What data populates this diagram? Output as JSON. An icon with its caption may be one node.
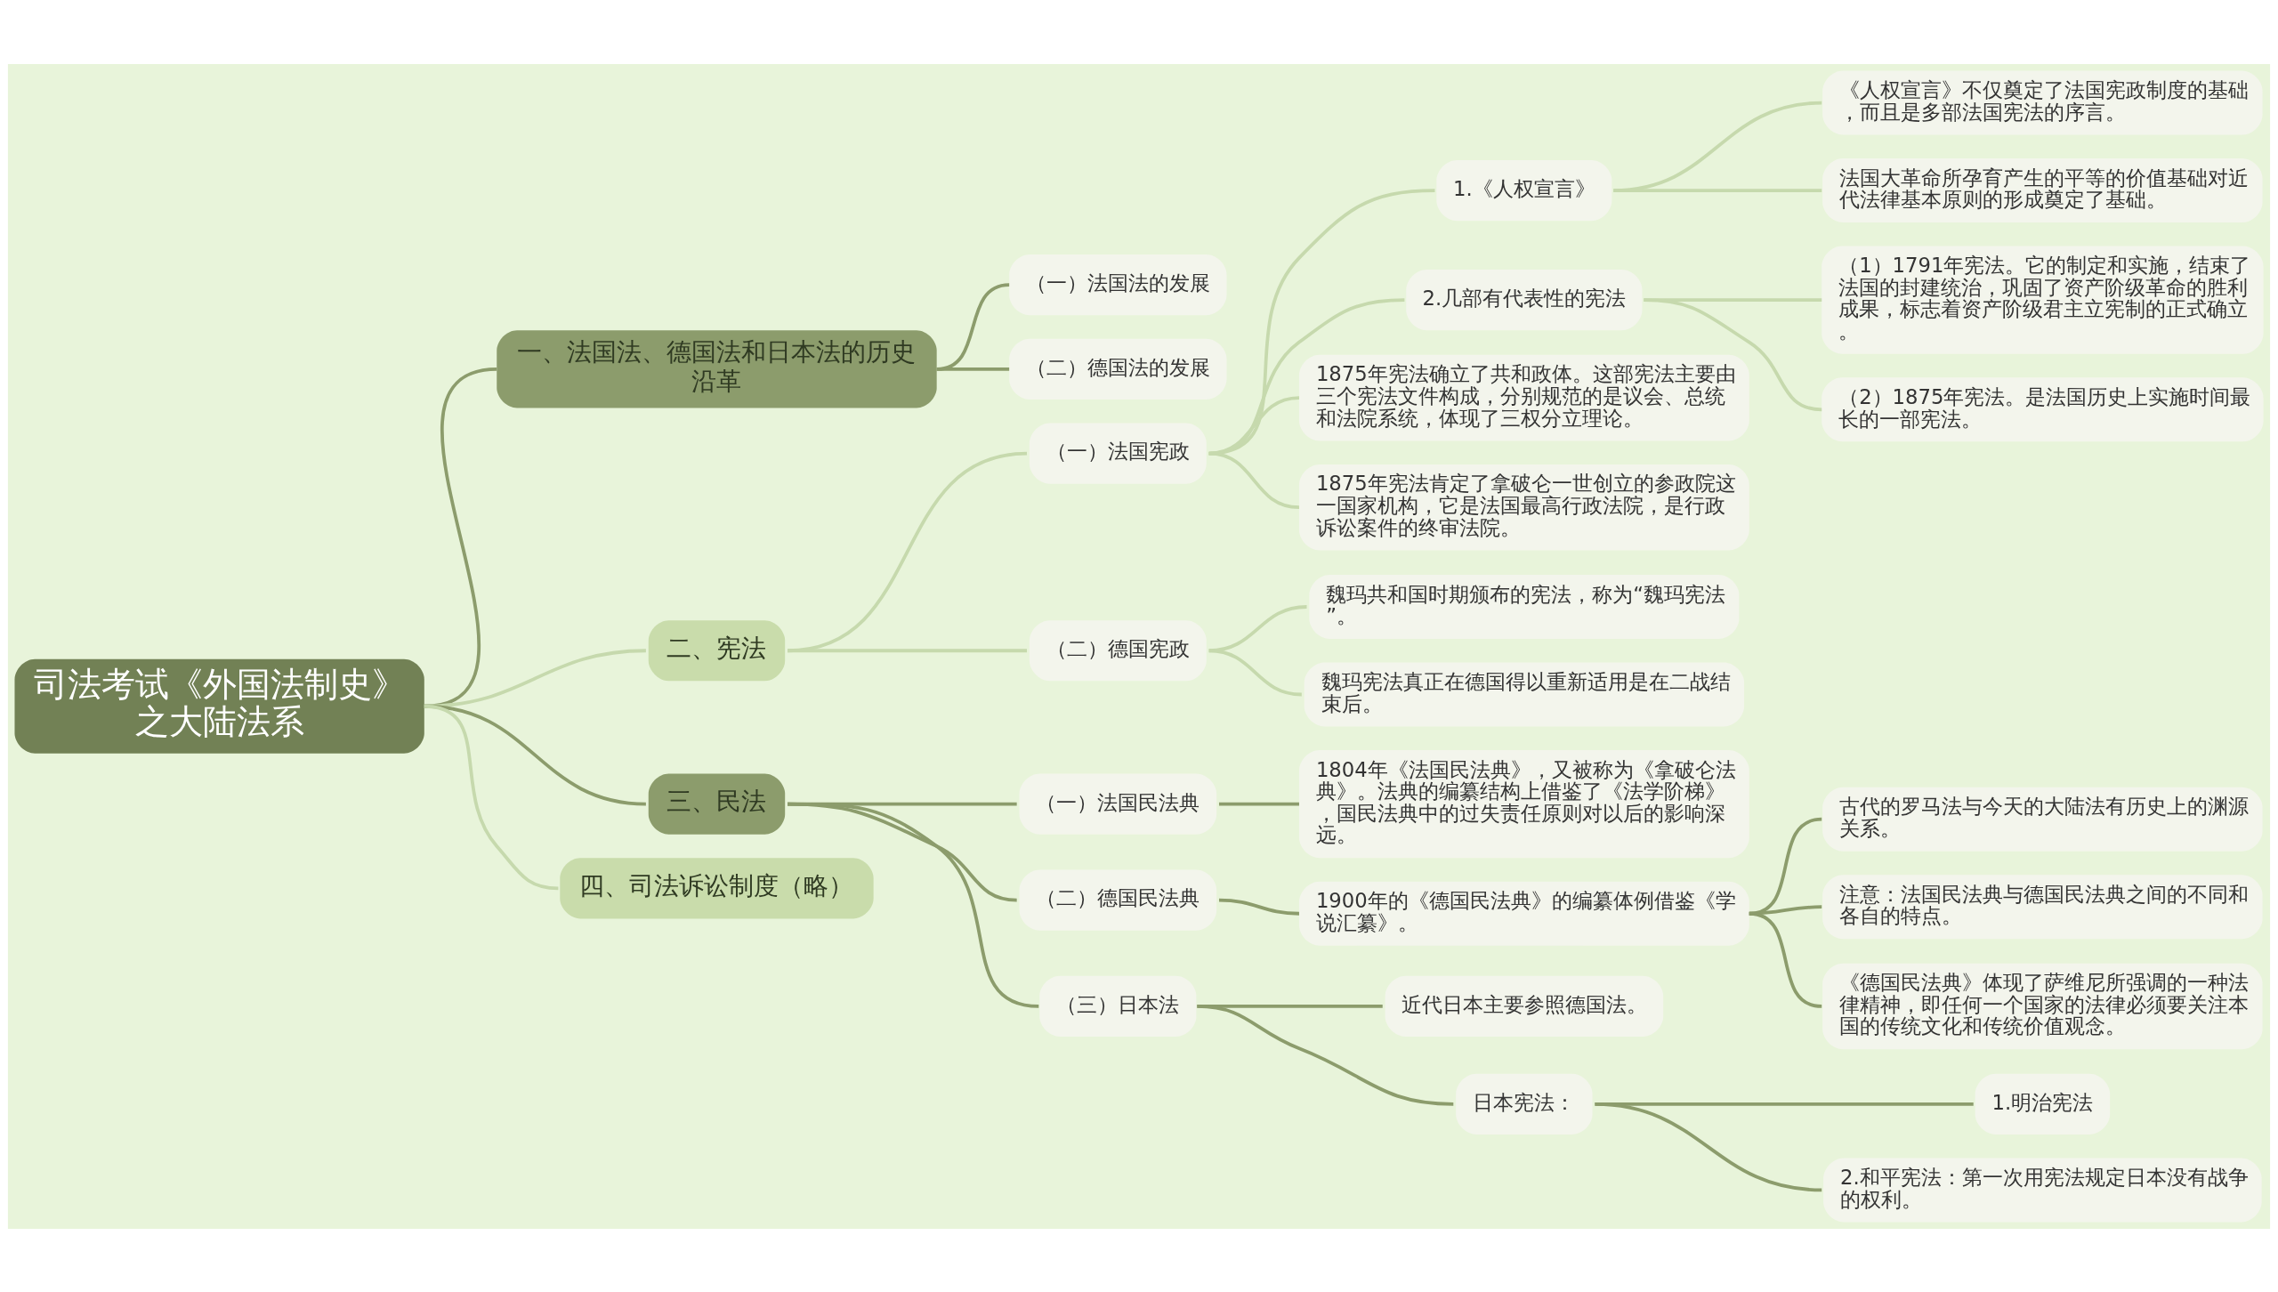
{
  "diagram": {
    "nodes": [
      {
        "text": [
          "司法考试《外国法制史》之大陆法系"
        ]
      },
      {
        "text": [
          "一、法国法、德国法和日本法的历史沿革"
        ]
      },
      {
        "text": [
          "（一）法国法的发展"
        ]
      },
      {
        "text": [
          "（二）德国法的发展"
        ]
      },
      {
        "text": [
          "二、宪法"
        ]
      },
      {
        "text": [
          "（一）法国宪政"
        ]
      },
      {
        "text": [
          "1.《人权宣言》"
        ]
      },
      {
        "text": [
          "《人权宣言》不仅奠定了法国宪政制度的基础，而且是多部法国宪法的序言。"
        ]
      },
      {
        "text": [
          "法国大革命所孕育产生的平等的价值基础对近代法律基本原则的形成奠定了基础。"
        ]
      },
      {
        "text": [
          "2.几部有代表性的宪法"
        ]
      },
      {
        "text": [
          "（1）1791年宪法。它的制定和实施，结束了法国的封建统治，巩固了资产阶级革命的胜利成果，标志着资产阶级君主立宪制的正式确立。"
        ]
      },
      {
        "text": [
          "（2）1875年宪法。是法国历史上实施时间最长的一部宪法。"
        ]
      },
      {
        "text": [
          "1875年宪法确立了共和政体。这部宪法主要由三个宪法文件构成，分别规范的是议会、总统和法院系统，体现了三权分立理论。"
        ]
      },
      {
        "text": [
          "1875年宪法肯定了拿破仑一世创立的参政院这一国家机构，它是法国最高行政法院，是行政诉讼案件的终审法院。"
        ]
      },
      {
        "text": [
          "（二）德国宪政"
        ]
      },
      {
        "text": [
          "魏玛共和国时期颁布的宪法，称为“魏玛宪法”。"
        ]
      },
      {
        "text": [
          "魏玛宪法真正在德国得以重新适用是在二战结束后。"
        ]
      },
      {
        "text": [
          "三、民法"
        ]
      },
      {
        "text": [
          "（一）法国民法典"
        ]
      },
      {
        "text": [
          "1804年《法国民法典》，又被称为《拿破仑法典》。法典的编纂结构上借鉴了《法学阶梯》，国民法典中的过失责任原则对以后的影响深远。"
        ]
      },
      {
        "text": [
          "（二）德国民法典"
        ]
      },
      {
        "text": [
          "1900年的《德国民法典》的编纂体例借鉴《学说汇纂》。"
        ]
      },
      {
        "text": [
          "古代的罗马法与今天的大陆法有历史上的渊源关系。"
        ]
      },
      {
        "text": [
          "注意：法国民法典与德国民法典之间的不同和各自的特点。"
        ]
      },
      {
        "text": [
          "《德国民法典》体现了萨维尼所强调的一种法律精神，即任何一个国家的法律必须要关注本国的传统文化和传统价值观念。"
        ]
      },
      {
        "text": [
          "（三）日本法"
        ]
      },
      {
        "text": [
          "近代日本主要参照德国法。"
        ]
      },
      {
        "text": [
          "日本宪法："
        ]
      },
      {
        "text": [
          "1.明治宪法"
        ]
      },
      {
        "text": [
          "2.和平宪法：第一次用宪法规定日本没有战争的权利。"
        ]
      },
      {
        "text": [
          "四、司法诉讼制度（略）"
        ]
      }
    ],
    "edges": [
      {
        "from": 0,
        "to": 1,
        "arrow": "none"
      },
      {
        "from": 1,
        "to": 2,
        "arrow": "none"
      },
      {
        "from": 1,
        "to": 3,
        "arrow": "none"
      },
      {
        "from": 0,
        "to": 4,
        "arrow": "none",
        "color": "#c6d9ad"
      },
      {
        "from": 4,
        "to": 5,
        "arrow": "none",
        "color": "#c6d9ad"
      },
      {
        "from": 5,
        "to": 6,
        "arrow": "none",
        "color": "#c6d9ad"
      },
      {
        "from": 6,
        "to": 7,
        "arrow": "none",
        "color": "#c6d9ad"
      },
      {
        "from": 6,
        "to": 8,
        "arrow": "none",
        "color": "#c6d9ad"
      },
      {
        "from": 5,
        "to": 9,
        "arrow": "none",
        "color": "#c6d9ad"
      },
      {
        "from": 9,
        "to": 10,
        "arrow": "none",
        "color": "#c6d9ad"
      },
      {
        "from": 9,
        "to": 11,
        "arrow": "none",
        "color": "#c6d9ad"
      },
      {
        "from": 5,
        "to": 12,
        "arrow": "none",
        "color": "#c6d9ad"
      },
      {
        "from": 5,
        "to": 13,
        "arrow": "none",
        "color": "#c6d9ad"
      },
      {
        "from": 4,
        "to": 14,
        "arrow": "none",
        "color": "#c6d9ad"
      },
      {
        "from": 14,
        "to": 15,
        "arrow": "none",
        "color": "#c6d9ad"
      },
      {
        "from": 14,
        "to": 16,
        "arrow": "none",
        "color": "#c6d9ad"
      },
      {
        "from": 0,
        "to": 17,
        "arrow": "none"
      },
      {
        "from": 17,
        "to": 18,
        "arrow": "none"
      },
      {
        "from": 18,
        "to": 19,
        "arrow": "none"
      },
      {
        "from": 17,
        "to": 20,
        "arrow": "none"
      },
      {
        "from": 20,
        "to": 21,
        "arrow": "none"
      },
      {
        "from": 21,
        "to": 22,
        "arrow": "none"
      },
      {
        "from": 21,
        "to": 23,
        "arrow": "none"
      },
      {
        "from": 21,
        "to": 24,
        "arrow": "none"
      },
      {
        "from": 17,
        "to": 25,
        "arrow": "none"
      },
      {
        "from": 25,
        "to": 26,
        "arrow": "none"
      },
      {
        "from": 25,
        "to": 27,
        "arrow": "none"
      },
      {
        "from": 27,
        "to": 28,
        "arrow": "none"
      },
      {
        "from": 27,
        "to": 29,
        "arrow": "none"
      },
      {
        "from": 0,
        "to": 30,
        "arrow": "none",
        "color": "#c6d9ad"
      }
    ]
  }
}
